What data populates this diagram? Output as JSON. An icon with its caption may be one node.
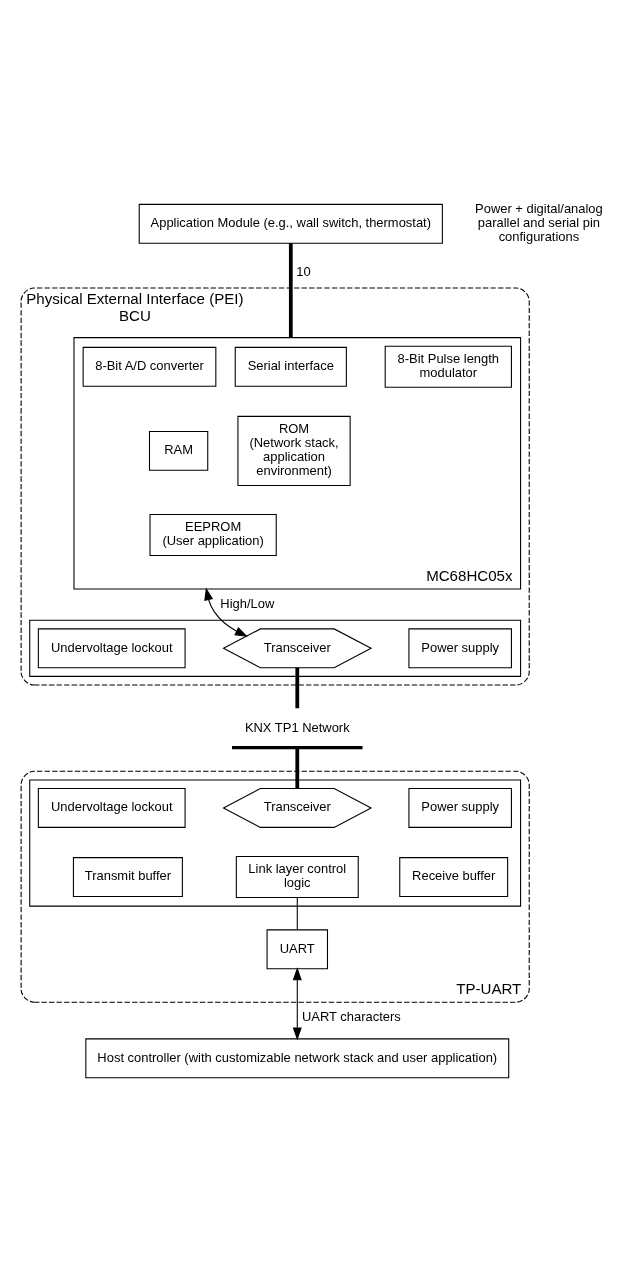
{
  "diagram": {
    "nodes": [
      {
        "text": [
          "Application Module (e.g., wall switch, thermostat)"
        ]
      },
      {
        "text": [
          "Physical External Interface (PEI)",
          "BCU"
        ]
      },
      {
        "text": [
          "MC68HC05x"
        ],
        "in": 1
      },
      {
        "text": [
          "Serial interface"
        ],
        "in": 2
      },
      {
        "text": [
          "8-Bit Pulse length modulator"
        ],
        "in": 2
      },
      {
        "text": [
          "8-Bit A/D converter"
        ],
        "in": 2
      },
      {
        "text": [
          "ROM",
          "(Network stack, application environment)"
        ],
        "in": 2
      },
      {
        "text": [
          "RAM"
        ],
        "in": 2
      },
      {
        "text": [
          "EEPROM",
          "(User application)"
        ],
        "in": 2
      },
      {
        "text": [],
        "shape": "box",
        "in": 1
      },
      {
        "text": [
          "Undervoltage lockout"
        ],
        "in": 9
      },
      {
        "text": [
          "Transceiver"
        ],
        "in": 9
      },
      {
        "text": [
          "Power supply"
        ],
        "in": 9
      },
      {
        "text": [
          "KNX TP1 Network"
        ]
      },
      {
        "text": [
          "TP-UART"
        ]
      },
      {
        "text": [],
        "shape": "box",
        "in": 14
      },
      {
        "text": [
          "Undervoltage lockout"
        ],
        "in": 15
      },
      {
        "text": [
          "Transceiver"
        ],
        "in": 15
      },
      {
        "text": [
          "Power supply"
        ],
        "in": 15
      },
      {
        "text": [
          "Transmit buffer"
        ],
        "in": 15
      },
      {
        "text": [
          "Link layer control logic"
        ],
        "in": 15
      },
      {
        "text": [
          "Receive buffer"
        ],
        "in": 15
      },
      {
        "text": [
          "UART"
        ],
        "in": 14
      },
      {
        "text": [
          "Host controller (with customizable network stack and user application)"
        ]
      }
    ],
    "edges": [
      {
        "from": 0,
        "to": 2,
        "arrow": "none",
        "label": "10",
        "style": "thick"
      },
      {
        "from": 2,
        "to": 11,
        "arrow": "both",
        "label": "High/Low"
      },
      {
        "from": 11,
        "to": 13,
        "arrow": "none",
        "style": "thick"
      },
      {
        "from": 13,
        "to": 17,
        "arrow": "none",
        "style": "thick"
      },
      {
        "from": 20,
        "to": 22,
        "arrow": "none"
      },
      {
        "from": 22,
        "to": 23,
        "arrow": "both",
        "label": "UART characters"
      }
    ],
    "labels": [
      "Power + digital/analog parallel and serial pin configurations"
    ]
  }
}
